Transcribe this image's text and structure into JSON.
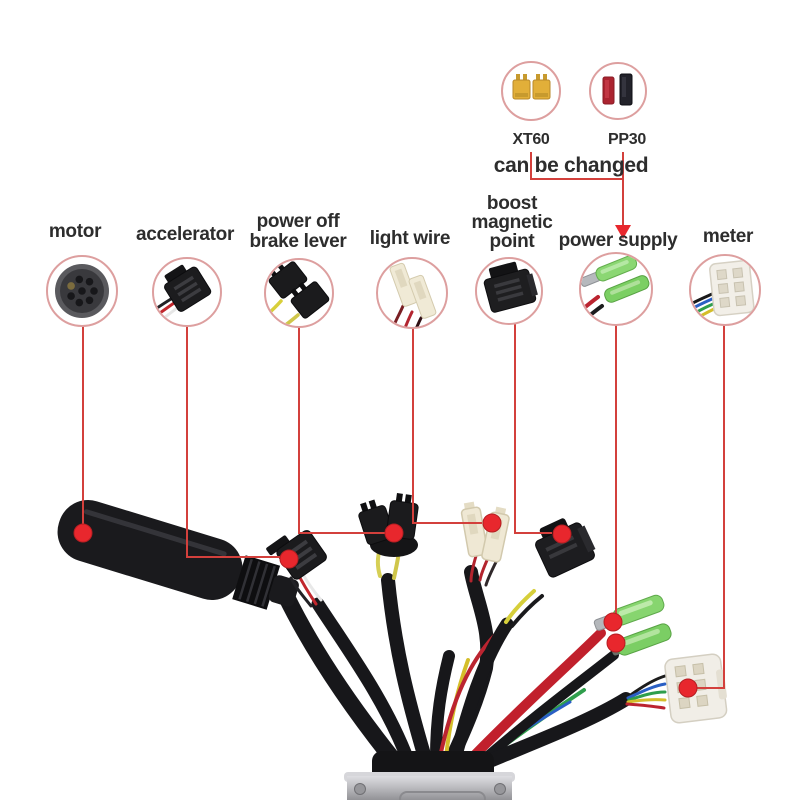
{
  "colors": {
    "accent_line": "#d3403c",
    "accent_dot": "#e8272d",
    "circle_ring": "#dd9f9f",
    "ink": "#2d2d2d"
  },
  "interchangeable": {
    "xt60_label": "XT60",
    "pp30_label": "PP30",
    "note": "can be changed"
  },
  "callouts": {
    "motor": {
      "label": "motor"
    },
    "accelerator": {
      "label": "accelerator"
    },
    "brake": {
      "line1": "power off",
      "line2": "brake lever"
    },
    "light": {
      "label": "light wire"
    },
    "boost": {
      "line1": "boost",
      "line2": "magnetic",
      "line3": "point"
    },
    "power": {
      "label": "power supply"
    },
    "meter": {
      "label": "meter"
    }
  }
}
